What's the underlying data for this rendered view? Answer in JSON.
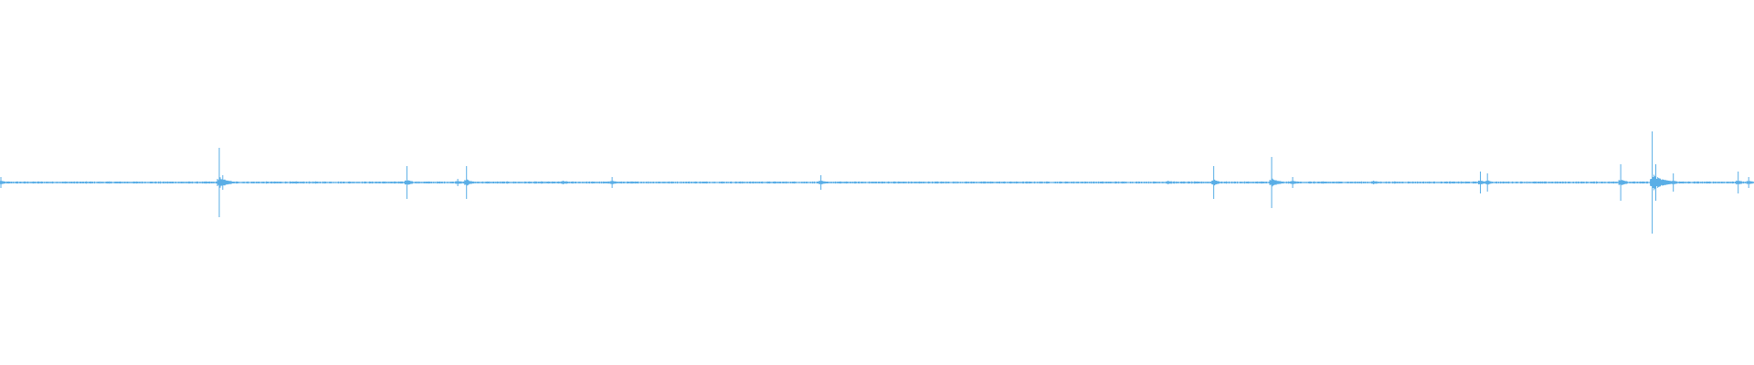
{
  "waveform": {
    "color": "#5aaee6",
    "background": "#ffffff",
    "duration_fraction_scale": "0-1",
    "baseline_noise_amplitude": 0.006,
    "events": [
      {
        "position": 0.0,
        "amplitude": 0.03
      },
      {
        "position": 0.125,
        "amplitude": 0.19
      },
      {
        "position": 0.127,
        "amplitude": 0.04
      },
      {
        "position": 0.232,
        "amplitude": 0.09
      },
      {
        "position": 0.261,
        "amplitude": 0.02
      },
      {
        "position": 0.266,
        "amplitude": 0.09
      },
      {
        "position": 0.321,
        "amplitude": 0.01
      },
      {
        "position": 0.349,
        "amplitude": 0.03
      },
      {
        "position": 0.468,
        "amplitude": 0.04
      },
      {
        "position": 0.666,
        "amplitude": 0.01
      },
      {
        "position": 0.692,
        "amplitude": 0.09
      },
      {
        "position": 0.725,
        "amplitude": 0.14
      },
      {
        "position": 0.737,
        "amplitude": 0.03
      },
      {
        "position": 0.783,
        "amplitude": 0.01
      },
      {
        "position": 0.844,
        "amplitude": 0.06
      },
      {
        "position": 0.848,
        "amplitude": 0.05
      },
      {
        "position": 0.924,
        "amplitude": 0.1
      },
      {
        "position": 0.942,
        "amplitude": 0.28
      },
      {
        "position": 0.944,
        "amplitude": 0.1
      },
      {
        "position": 0.954,
        "amplitude": 0.05
      },
      {
        "position": 0.991,
        "amplitude": 0.06
      },
      {
        "position": 0.997,
        "amplitude": 0.03
      }
    ]
  }
}
